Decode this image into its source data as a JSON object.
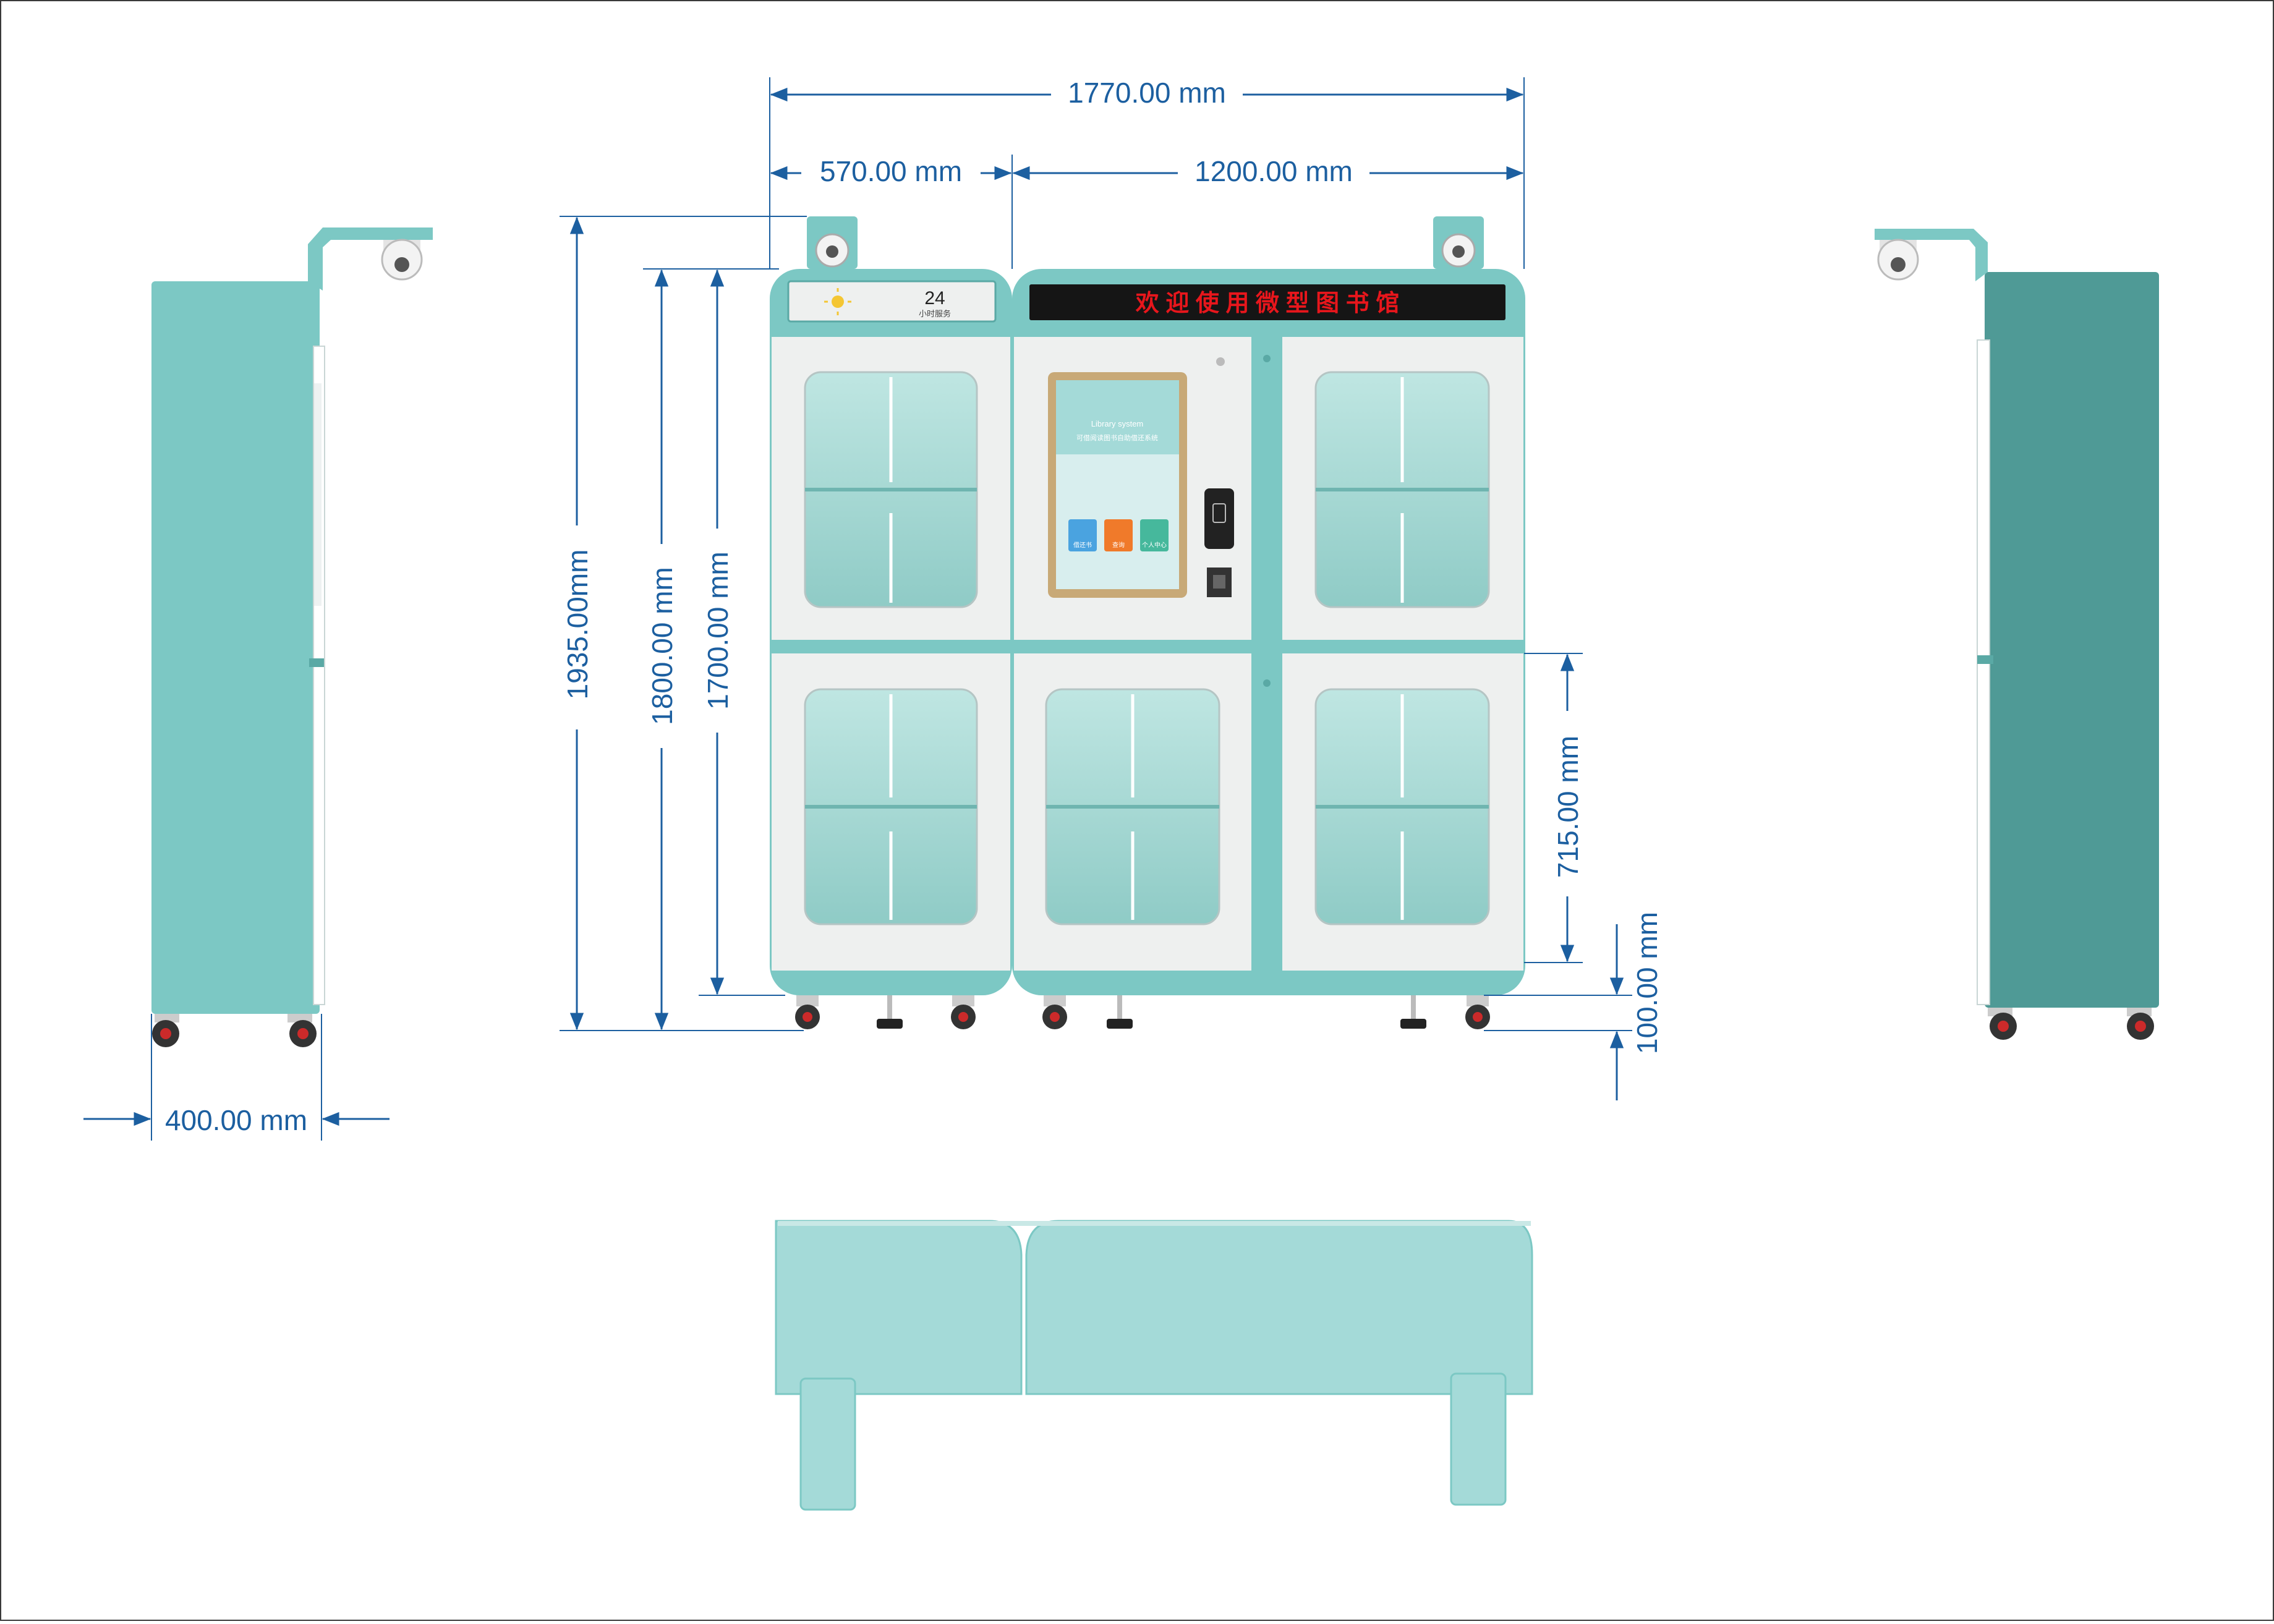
{
  "colors": {
    "teal": "#7cc8c4",
    "teal_dark": "#4f9a96",
    "teal_light": "#a4dad8",
    "panel": "#eef0ef",
    "dim": "#1c5fa0",
    "led_bg": "#151515",
    "led_text": "#e8161c",
    "screen_bezel": "#c8a977",
    "screen": "#d8eeee"
  },
  "dimensions": {
    "total_width": "1770.00 mm",
    "left_width": "570.00 mm",
    "right_width": "1200.00 mm",
    "height_total": "1935.00mm",
    "height_body": "1800.00 mm",
    "height_cabinet": "1700.00 mm",
    "lower_door": "715.00 mm",
    "wheel_height": "100.00 mm",
    "depth": "400.00 mm"
  },
  "front": {
    "led_banner": "欢 迎 使 用 微 型 图 书 馆",
    "clock_number": "24",
    "clock_caption": "小时服务",
    "screen": {
      "title": "Library system",
      "subtitle": "可借阅读图书自助借还系统",
      "buttons": [
        {
          "label": "借还书",
          "color": "#4aa3e0"
        },
        {
          "label": "查询",
          "color": "#f07a2a"
        },
        {
          "label": "个人中心",
          "color": "#46b89c"
        }
      ]
    }
  },
  "icons": [
    "camera-icon",
    "sun-icon",
    "rfid-icon",
    "scanner-icon",
    "caster-wheel-icon",
    "leveling-foot-icon"
  ]
}
